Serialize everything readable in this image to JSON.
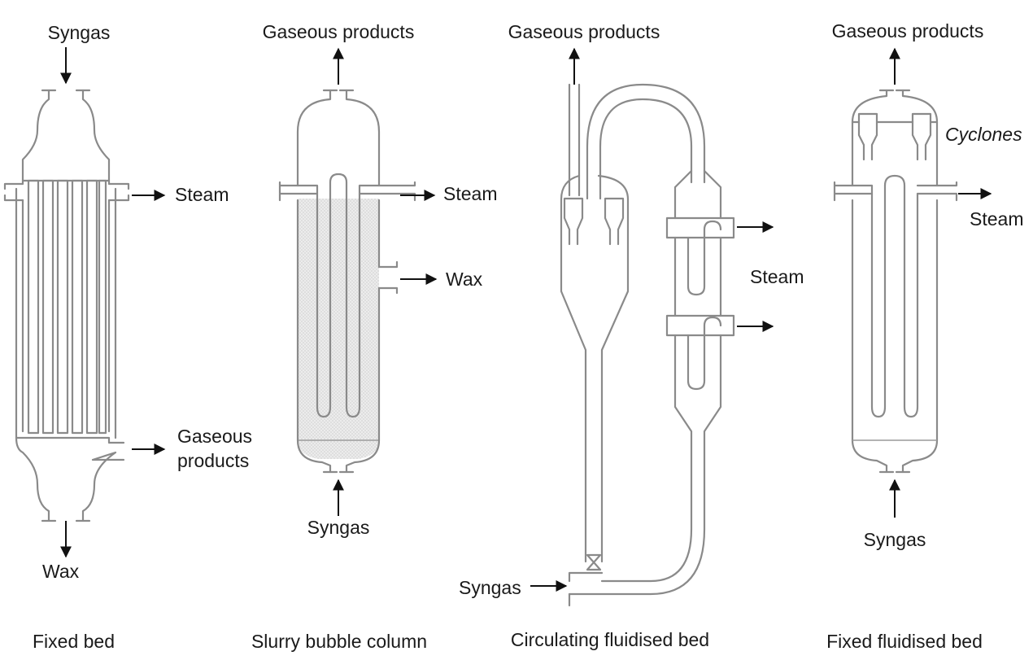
{
  "reactors": [
    {
      "caption": "Fixed bed",
      "labels": {
        "top_inlet": "Syngas",
        "side_top": "Steam",
        "side_bottom_line1": "Gaseous",
        "side_bottom_line2": "products",
        "bottom_outlet": "Wax"
      }
    },
    {
      "caption": "Slurry bubble column",
      "labels": {
        "top_outlet": "Gaseous products",
        "side_top": "Steam",
        "side_mid": "Wax",
        "bottom_inlet": "Syngas"
      }
    },
    {
      "caption": "Circulating fluidised bed",
      "labels": {
        "top_outlet": "Gaseous products",
        "side": "Steam",
        "inlet": "Syngas"
      }
    },
    {
      "caption": "Fixed fluidised bed",
      "labels": {
        "top_outlet": "Gaseous products",
        "cyclones": "Cyclones",
        "side": "Steam",
        "bottom_inlet": "Syngas"
      }
    }
  ],
  "colors": {
    "vessel_stroke": "#8a8a8a",
    "slurry_fill": "#e6e6e6",
    "arrow": "#111111",
    "text": "#1a1a1a"
  }
}
